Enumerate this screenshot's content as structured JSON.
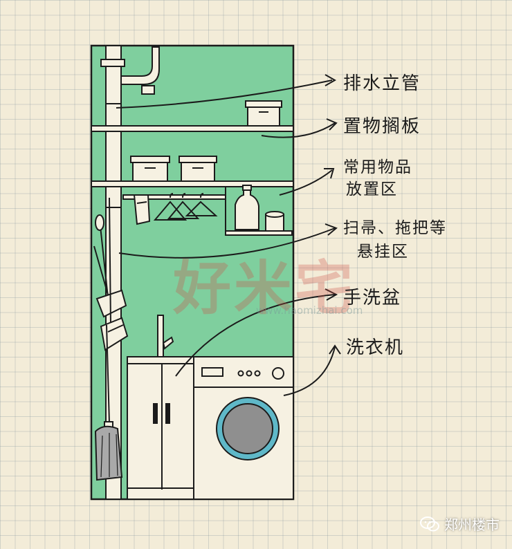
{
  "labels": {
    "drain_pipe": "排水立管",
    "shelf_board": "置物搁板",
    "common_items_line1": "常用物品",
    "common_items_line2": "放置区",
    "mop_area_line1": "扫帚、拖把等",
    "mop_area_line2": "悬挂区",
    "hand_wash_basin": "手洗盆",
    "washing_machine": "洗衣机"
  },
  "watermark": {
    "text": "好米宅",
    "url": "www.haomizhai.com"
  },
  "brand": {
    "name": "郑州楼市"
  },
  "colors": {
    "paper": "#f3ecd8",
    "wall_green": "#7fcf9e",
    "ink": "#1b1b1b",
    "drum_gray": "#8f8f8f",
    "drum_ring": "#5fb8c8"
  }
}
